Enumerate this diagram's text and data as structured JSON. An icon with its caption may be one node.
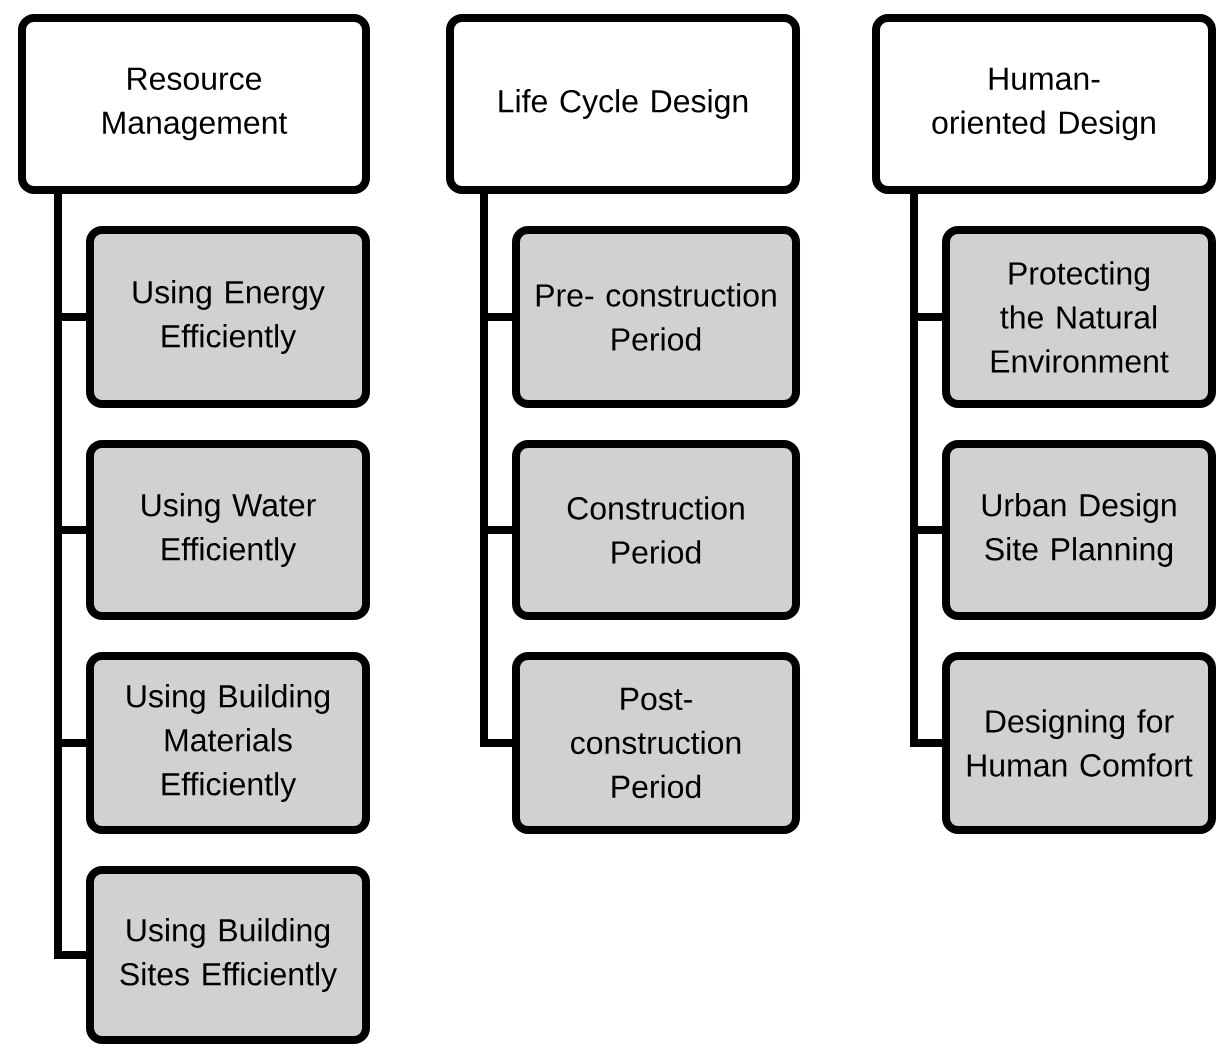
{
  "diagram": {
    "nodes": [
      {
        "text": [
          "Resource Management"
        ]
      },
      {
        "text": [
          "Using Energy Efficiently"
        ]
      },
      {
        "text": [
          "Using Water Efficiently"
        ]
      },
      {
        "text": [
          "Using Building Materials Efficiently"
        ]
      },
      {
        "text": [
          "Using Building Sites Efficiently"
        ]
      },
      {
        "text": [
          "Life Cycle Design"
        ]
      },
      {
        "text": [
          "Pre- construction Period"
        ]
      },
      {
        "text": [
          "Construction Period"
        ]
      },
      {
        "text": [
          "Post- construction Period"
        ]
      },
      {
        "text": [
          "Human-oriented Design"
        ]
      },
      {
        "text": [
          "Protecting the Natural Environment"
        ]
      },
      {
        "text": [
          "Urban Design Site Planning"
        ]
      },
      {
        "text": [
          "Designing for Human Comfort"
        ]
      }
    ],
    "edges": [
      {
        "from": 0,
        "to": 1,
        "arrow": "none"
      },
      {
        "from": 0,
        "to": 2,
        "arrow": "none"
      },
      {
        "from": 0,
        "to": 3,
        "arrow": "none"
      },
      {
        "from": 0,
        "to": 4,
        "arrow": "none"
      },
      {
        "from": 5,
        "to": 6,
        "arrow": "none"
      },
      {
        "from": 5,
        "to": 7,
        "arrow": "none"
      },
      {
        "from": 5,
        "to": 8,
        "arrow": "none"
      },
      {
        "from": 9,
        "to": 10,
        "arrow": "none"
      },
      {
        "from": 9,
        "to": 11,
        "arrow": "none"
      },
      {
        "from": 9,
        "to": 12,
        "arrow": "none"
      }
    ]
  }
}
